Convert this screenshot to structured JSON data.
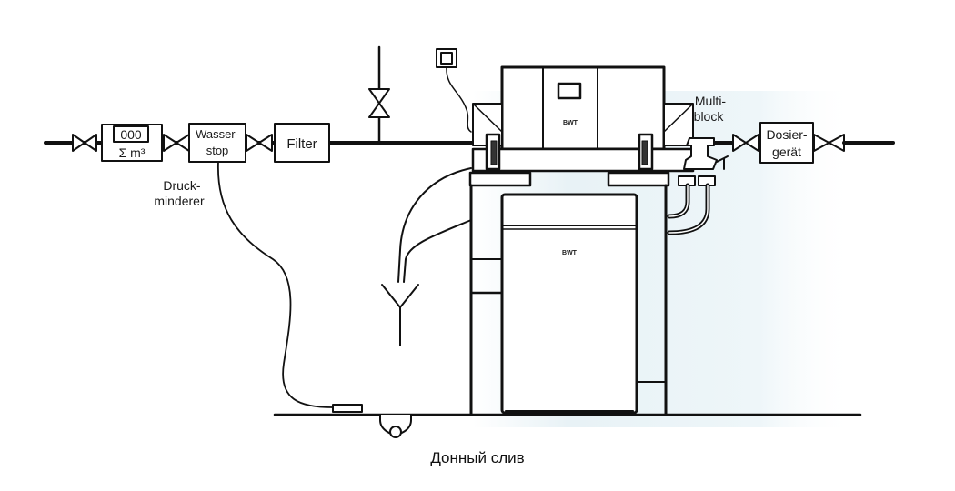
{
  "diagram": {
    "colors": {
      "line": "#111111",
      "background": "#ffffff",
      "tint": "#e8f2f6"
    },
    "labels": {
      "meter_display": "000",
      "meter_unit": "Σ m³",
      "wasserstop_line1": "Wasser-",
      "wasserstop_line2": "stop",
      "filter": "Filter",
      "druckminderer_line1": "Druck-",
      "druckminderer_line2": "minderer",
      "multiblock_line1": "Multi-",
      "multiblock_line2": "block",
      "dosier_line1": "Dosier-",
      "dosier_line2": "gerät",
      "brand_top": "BWT",
      "brand_tank": "BWT"
    },
    "icons": {
      "valve": "gate-valve-icon",
      "outlet": "electrical-outlet-icon",
      "drain_funnel": "drain-funnel-icon",
      "floor_drain": "floor-drain-icon"
    }
  },
  "caption": "Донный слив"
}
